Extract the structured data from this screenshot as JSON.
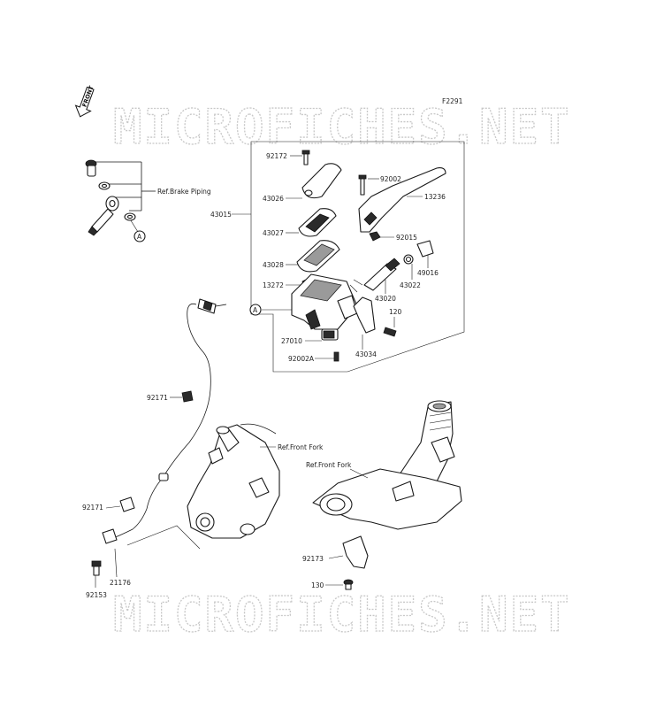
{
  "figure_code": "F2291",
  "watermark_top": "MICROFICHES.NET",
  "watermark_bottom": "MICROFICHES.NET",
  "front_label": "FRONT",
  "callout_letter": "A",
  "labels": {
    "ref_brake_piping": "Ref.Brake Piping",
    "p92172": "92172",
    "p43026": "43026",
    "p43015": "43015",
    "p43027": "43027",
    "p43028": "43028",
    "p13272": "13272",
    "p27010": "27010",
    "p92002a": "92002A",
    "p92002": "92002",
    "p13236": "13236",
    "p92015": "92015",
    "p49016": "49016",
    "p43022": "43022",
    "p43020": "43020",
    "p120": "120",
    "p43034": "43034",
    "p92171a": "92171",
    "p92171b": "92171",
    "ref_front_fork_1": "Ref.Front Fork",
    "ref_front_fork_2": "Ref.Front Fork",
    "p92173": "92173",
    "p130": "130",
    "p21176": "21176",
    "p92153": "92153"
  }
}
